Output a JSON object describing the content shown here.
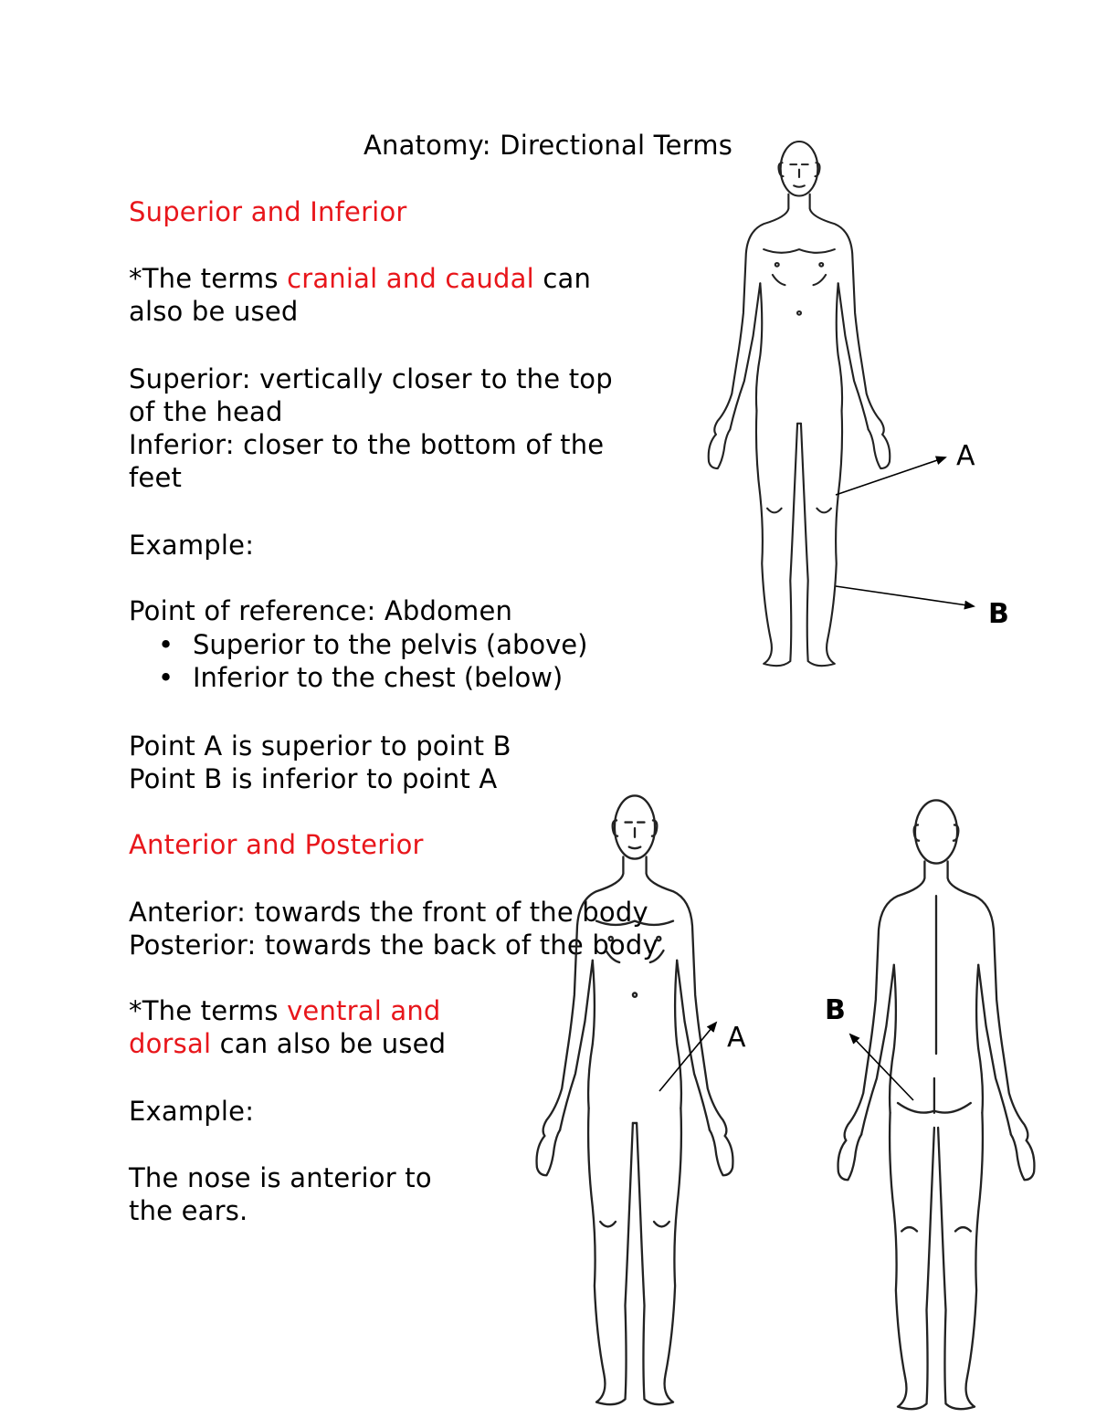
{
  "title": "Anatomy: Directional Terms",
  "section1": {
    "heading": "Superior and Inferior",
    "alt_terms": {
      "prefix": "*The terms ",
      "highlight": "cranial and caudal",
      "suffix": " can",
      "line2": "also be used"
    },
    "superior_line1": "Superior: vertically closer to the top",
    "superior_line2": "of the head",
    "inferior_line1": "Inferior: closer to the bottom of the",
    "inferior_line2": "feet",
    "example_label": "Example:",
    "reference": "Point of reference: Abdomen",
    "bullets": [
      "Superior to the pelvis (above)",
      "Inferior to the chest (below)"
    ],
    "point_a": "Point A is superior to point B",
    "point_b": "Point B is inferior to point A",
    "fig_label_a": "A",
    "fig_label_b": "B"
  },
  "section2": {
    "heading": "Anterior and Posterior",
    "anterior": "Anterior: towards the front of the body",
    "posterior": "Posterior: towards the back of the body",
    "alt_terms": {
      "prefix": "*The terms ",
      "highlight1": "ventral and",
      "highlight2": "dorsal",
      "suffix": " can also be used"
    },
    "example_label": "Example:",
    "example_line1": "The nose is anterior to",
    "example_line2": "the ears.",
    "fig_label_a": "A",
    "fig_label_b": "B"
  },
  "colors": {
    "highlight": "#e8161b",
    "text": "#000000"
  }
}
